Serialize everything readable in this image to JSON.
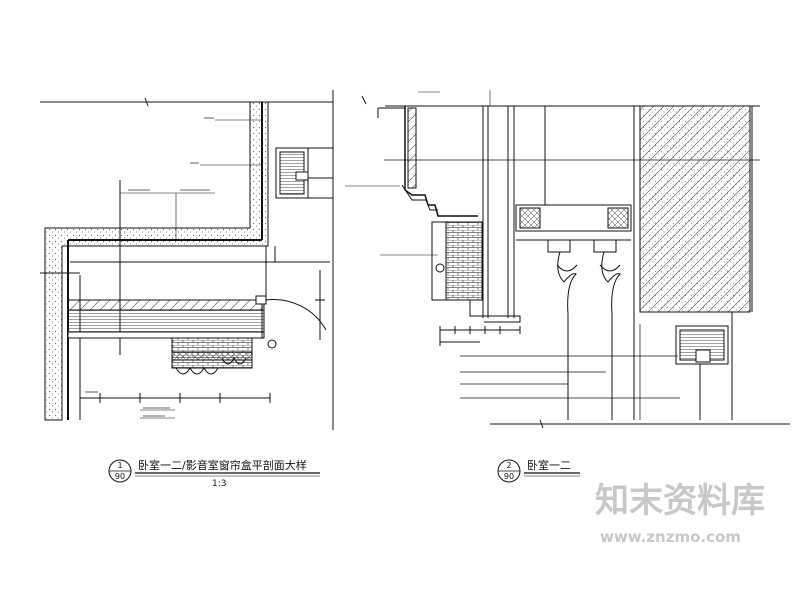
{
  "detail_1": {
    "number": "1",
    "sheet": "90",
    "title": "卧室一二/影音室窗帘盒平剖面大样",
    "scale": "1:3"
  },
  "detail_2": {
    "number": "2",
    "sheet": "90",
    "title_partial": "卧室一二"
  },
  "watermark": {
    "text": "知末资料库",
    "url": "www.znzmo.com",
    "color": "#c8c8c8"
  },
  "colors": {
    "line": "#111111",
    "hatch": "#555555",
    "background": "#ffffff"
  }
}
